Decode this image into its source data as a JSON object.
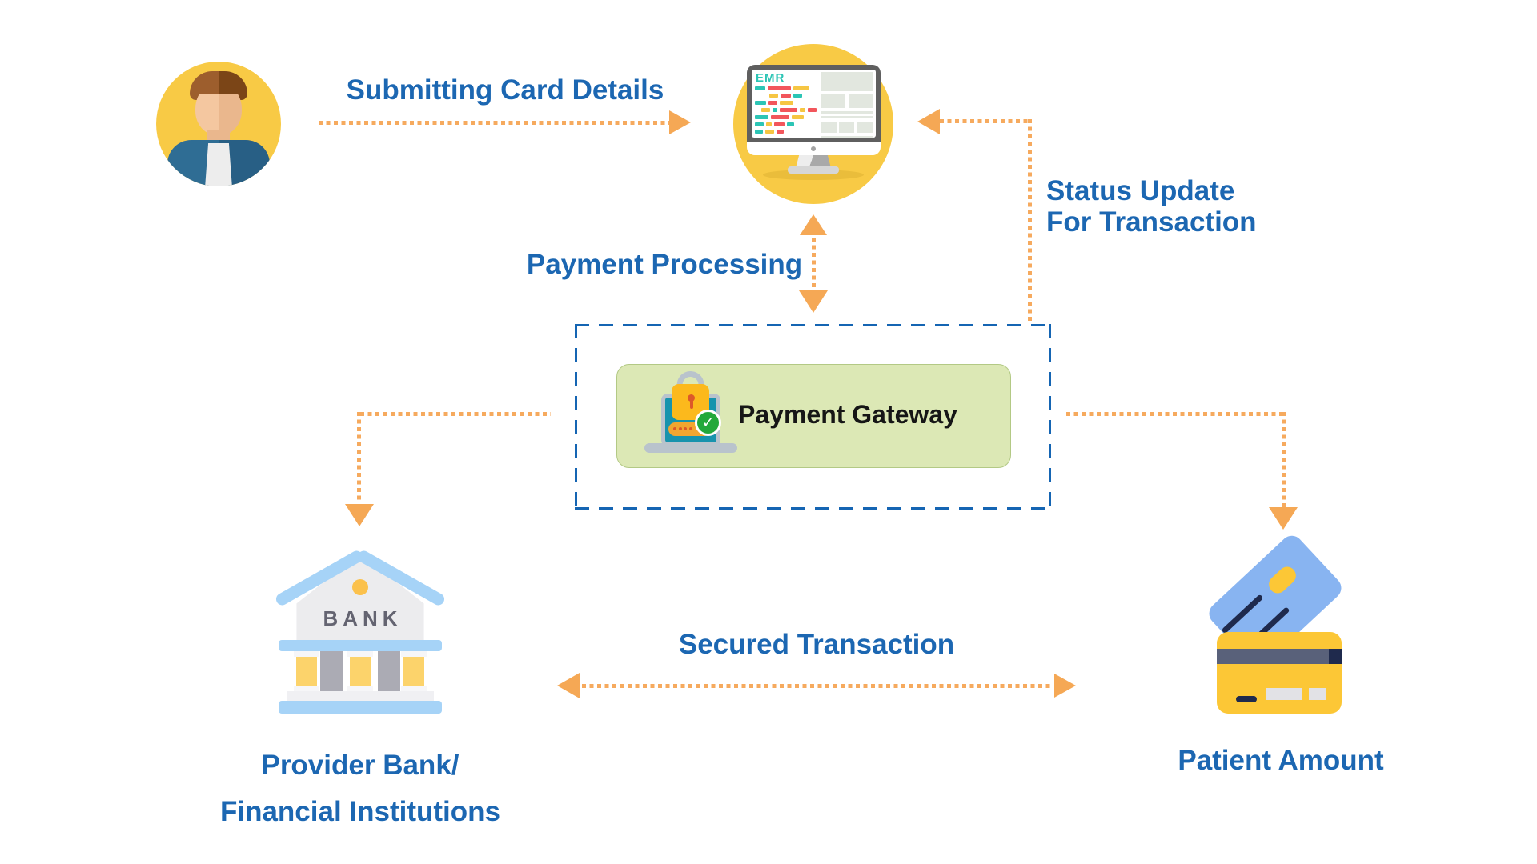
{
  "labels": {
    "submitting": "Submitting Card Details",
    "payment_processing": "Payment Processing",
    "status_line1": "Status Update",
    "status_line2": "For Transaction",
    "gateway": "Payment Gateway",
    "secured": "Secured Transaction",
    "provider_line1": "Provider Bank/",
    "provider_line2": "Financial Institutions",
    "patient": "Patient Amount",
    "emr_title": "EMR",
    "bank_sign": "BANK"
  },
  "colors": {
    "label-blue": "#1c67b2",
    "arrow-orange": "#f5a855",
    "dot-orange": "#f6aa5e",
    "dash-blue": "#1565b3",
    "node-yellow": "#f8ca45",
    "gateway-green-bg": "#dce8b5",
    "gateway-green-border": "#b3c985",
    "gateway-text": "#161616",
    "monitor-gray": "#5f5f5f",
    "emr-teal": "#2cc5b5",
    "emr-red": "#f2565c",
    "emr-yellow": "#f6c643",
    "emr-panel": "#e2e7df",
    "screen-teal": "#1793ad",
    "laptop-gray": "#b9c3cc",
    "lock-yellow": "#fcb91c",
    "lock-accent": "#dd5829",
    "pill-orange": "#f2a630",
    "check-green": "#23a83b",
    "roof-blue": "#a6d3f7",
    "bank-wall": "#ececee",
    "bank-gold": "#fbc14c",
    "bank-text": "#646471",
    "column-yellow": "#fcd36b",
    "column-gray": "#ababb4",
    "card-blue": "#88b4f1",
    "card-navy": "#1f2a4d",
    "card-yellow": "#fcc736",
    "card-slate": "#59617a",
    "card-gray": "#e2e2e6"
  },
  "emr": {
    "code_rows": [
      {
        "indent": 0,
        "bars": [
          [
            "teal",
            13
          ],
          [
            "red",
            29
          ],
          [
            "yellow",
            20
          ]
        ]
      },
      {
        "indent": 18,
        "bars": [
          [
            "yellow",
            11
          ],
          [
            "red",
            13
          ],
          [
            "teal",
            11
          ]
        ]
      },
      {
        "indent": 0,
        "bars": [
          [
            "teal",
            14
          ],
          [
            "red",
            11
          ],
          [
            "yellow",
            17
          ]
        ]
      },
      {
        "indent": 8,
        "bars": [
          [
            "yellow",
            12
          ],
          [
            "teal",
            7
          ],
          [
            "red",
            25
          ],
          [
            "yellow",
            8
          ],
          [
            "red",
            13
          ]
        ]
      },
      {
        "indent": 0,
        "bars": [
          [
            "teal",
            17
          ],
          [
            "red",
            23
          ],
          [
            "yellow",
            15
          ]
        ]
      },
      {
        "indent": 0,
        "bars": [
          [
            "teal",
            11
          ],
          [
            "yellow",
            7
          ],
          [
            "red",
            13
          ],
          [
            "teal",
            9
          ]
        ]
      },
      {
        "indent": 0,
        "bars": [
          [
            "teal",
            10
          ],
          [
            "yellow",
            11
          ],
          [
            "red",
            9
          ]
        ]
      }
    ],
    "panel_rects": [
      [
        0,
        0,
        64,
        24
      ],
      [
        0,
        28,
        30,
        17
      ],
      [
        34,
        28,
        30,
        17
      ],
      [
        0,
        49,
        64,
        3
      ],
      [
        0,
        55,
        64,
        3
      ],
      [
        0,
        62,
        19,
        14
      ],
      [
        22,
        62,
        19,
        14
      ],
      [
        45,
        62,
        19,
        14
      ],
      [
        0,
        80,
        64,
        2
      ]
    ]
  }
}
